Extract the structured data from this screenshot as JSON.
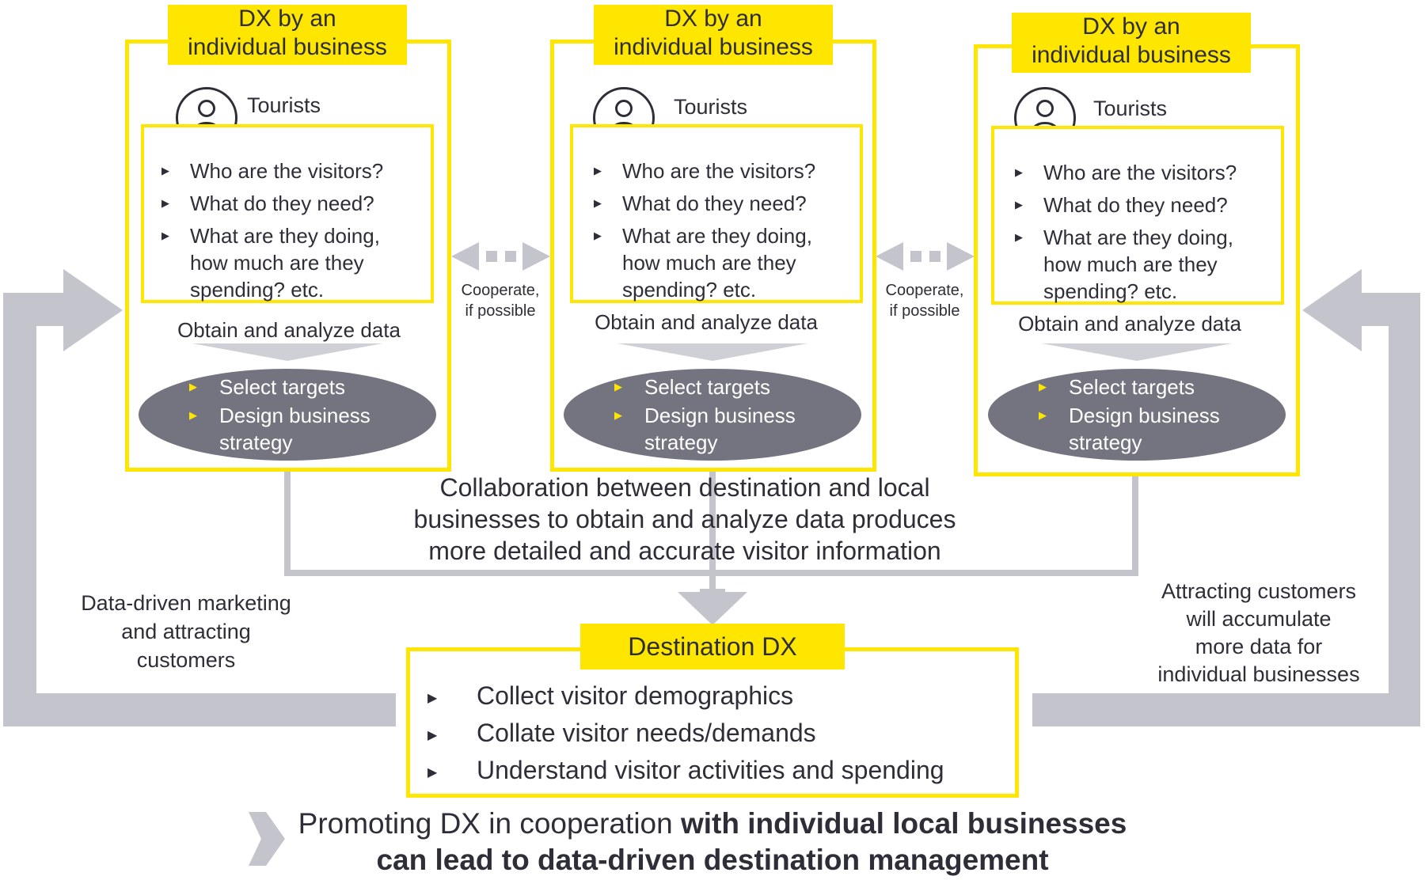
{
  "biz_boxes": [
    {
      "title_line1": "DX by an",
      "title_line2": "individual business",
      "tourist_label": "Tourists",
      "questions": [
        "Who are the visitors?",
        "What do they need?",
        "What are they doing,\nhow much are they\nspending? etc."
      ],
      "obtain_label": "Obtain and analyze data",
      "strategy": [
        "Select targets",
        "Design business\nstrategy"
      ]
    },
    {
      "title_line1": "DX by an",
      "title_line2": "individual business",
      "tourist_label": "Tourists",
      "questions": [
        "Who are the visitors?",
        "What do they need?",
        "What are they doing,\nhow much are they\nspending? etc."
      ],
      "obtain_label": "Obtain and analyze data",
      "strategy": [
        "Select targets",
        "Design business\nstrategy"
      ]
    },
    {
      "title_line1": "DX by an",
      "title_line2": "individual business",
      "tourist_label": "Tourists",
      "questions": [
        "Who are the visitors?",
        "What do they need?",
        "What are they doing,\nhow much are they\nspending? etc."
      ],
      "obtain_label": "Obtain and analyze data",
      "strategy": [
        "Select targets",
        "Design business\nstrategy"
      ]
    }
  ],
  "cooperate_label": "Cooperate,\nif possible",
  "collaboration_text": "Collaboration between destination and local\nbusinesses to obtain and analyze data produces\nmore detailed and accurate visitor information",
  "left_side_text": "Data-driven marketing\nand attracting\ncustomers",
  "right_side_text": "Attracting customers\nwill accumulate\nmore data for\nindividual businesses",
  "destination": {
    "title": "Destination DX",
    "items": [
      "Collect visitor demographics",
      "Collate visitor needs/demands",
      "Understand visitor activities and spending"
    ]
  },
  "conclusion": {
    "part1": "Promoting DX in cooperation ",
    "part2": "with individual local businesses",
    "line2": "can lead to data-driven destination management"
  },
  "colors": {
    "accent_yellow": "#ffe600",
    "ellipse_gray": "#747480",
    "arrow_gray": "#c4c4cd",
    "text_dark": "#2e2e38"
  },
  "icons": {
    "tourist": "user-circle-icon",
    "bullet": "triangle-bullet-icon",
    "arrow": "block-arrow-icon"
  }
}
